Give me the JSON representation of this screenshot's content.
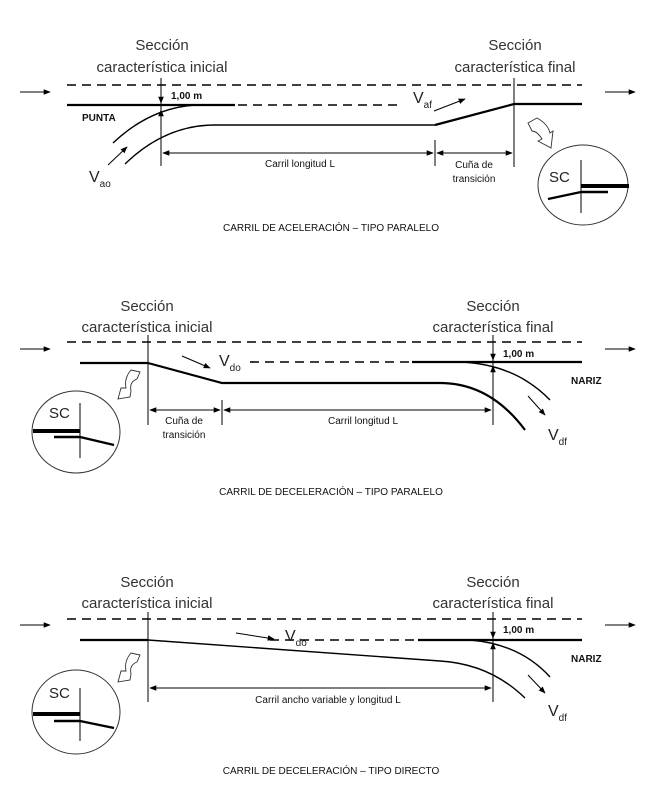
{
  "figure": {
    "panels": [
      {
        "id": "accel-parallel",
        "caption": "CARRIL DE ACELERACIÓN – TIPO PARALELO",
        "section_initial": [
          "Sección",
          "característica inicial"
        ],
        "section_final": [
          "Sección",
          "característica final"
        ],
        "offset_label": "1,00 m",
        "end_label": "PUNTA",
        "speed_in": {
          "main": "V",
          "sub": "ao"
        },
        "speed_out": {
          "main": "V",
          "sub": "af"
        },
        "dim_lane": "Carril longitud L",
        "dim_taper": [
          "Cuña de",
          "transición"
        ],
        "callout": "SC"
      },
      {
        "id": "decel-parallel",
        "caption": "CARRIL DE DECELERACIÓN – TIPO PARALELO",
        "section_initial": [
          "Sección",
          "característica inicial"
        ],
        "section_final": [
          "Sección",
          "característica final"
        ],
        "offset_label": "1,00 m",
        "end_label": "NARIZ",
        "speed_in": {
          "main": "V",
          "sub": "do"
        },
        "speed_out": {
          "main": "V",
          "sub": "df"
        },
        "dim_lane": "Carril longitud L",
        "dim_taper": [
          "Cuña de",
          "transición"
        ],
        "callout": "SC"
      },
      {
        "id": "decel-direct",
        "caption": "CARRIL DE DECELERACIÓN – TIPO DIRECTO",
        "section_initial": [
          "Sección",
          "característica inicial"
        ],
        "section_final": [
          "Sección",
          "característica final"
        ],
        "offset_label": "1,00 m",
        "end_label": "NARIZ",
        "speed_in": {
          "main": "V",
          "sub": "do"
        },
        "speed_out": {
          "main": "V",
          "sub": "df"
        },
        "dim_lane": "Carril ancho variable y longitud L",
        "callout": "SC"
      }
    ]
  }
}
